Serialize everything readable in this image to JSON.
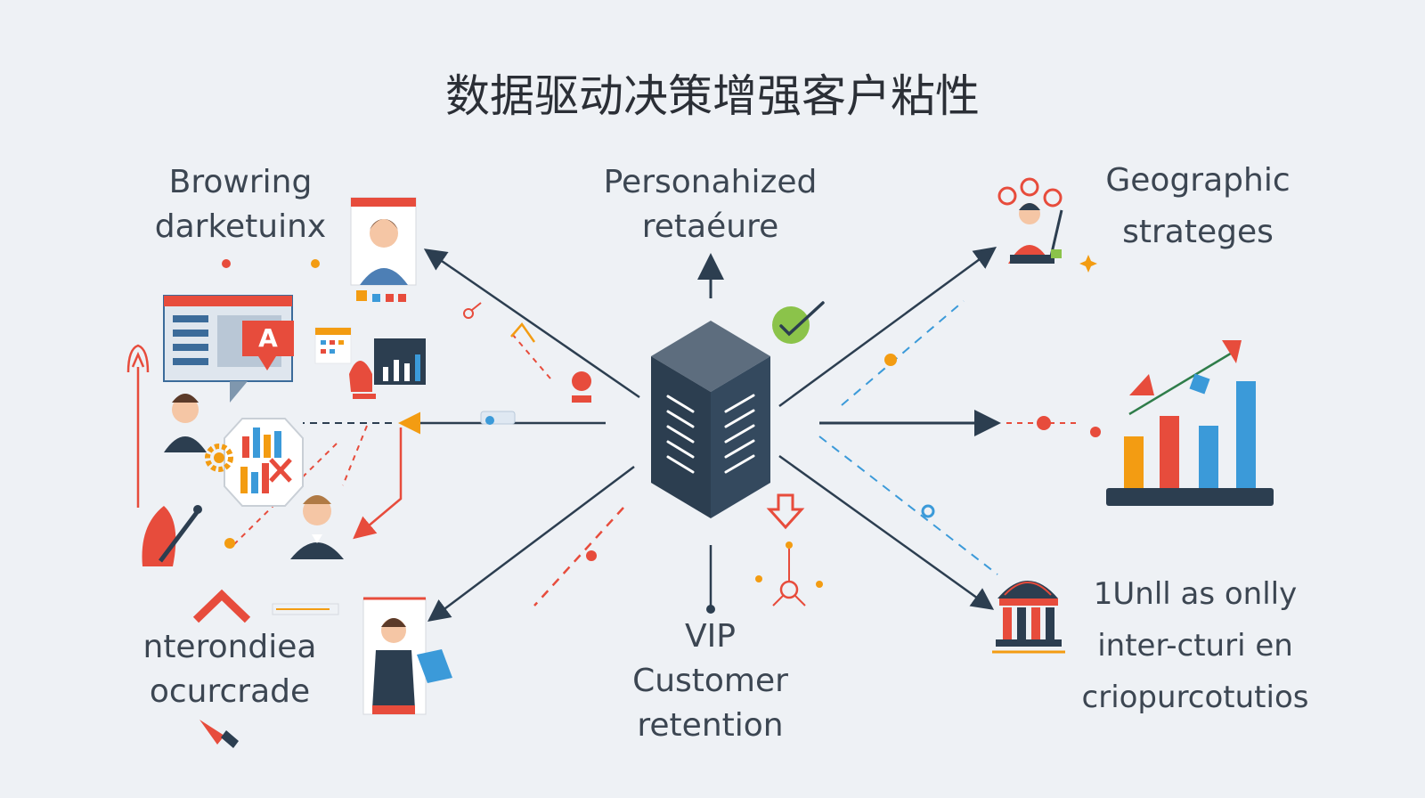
{
  "title": "数据驱动决策增强客户粘性",
  "labels": {
    "browsing": [
      "Browring",
      "darketuinx"
    ],
    "personalized": [
      "Personahized",
      "retaéure"
    ],
    "geographic": [
      "Geographic",
      "strateges"
    ],
    "vip": [
      "VIP",
      "Customer",
      "retention"
    ],
    "bottom_left": [
      "nterondiea",
      "ocurcrade"
    ],
    "bottom_right": [
      "1Unll as onlly",
      "inter-cturi en",
      "criopurcotutios"
    ]
  },
  "icon_text": {
    "browser_badge": "A"
  },
  "colors": {
    "background": "#eef1f5",
    "dark": "#2c3e50",
    "red": "#e74c3c",
    "blue": "#3b9ad9",
    "orange": "#f39c12",
    "green": "#8bc34a"
  }
}
